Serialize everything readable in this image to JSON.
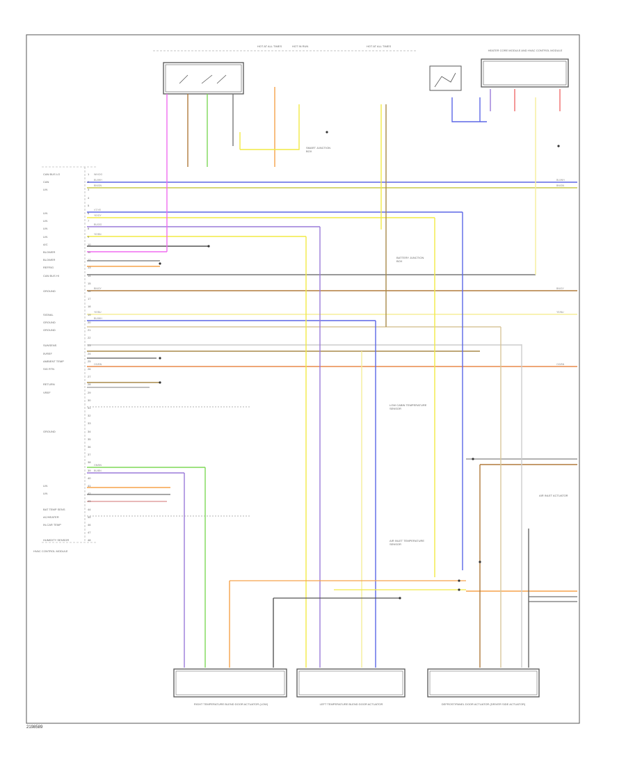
{
  "page": {
    "figure_id": "2198589"
  },
  "diagram": {
    "title": "Automatic Climate Control Wiring Diagram (1 of 2)",
    "top_labels": {
      "hot_at_all_times_1": "HOT AT ALL TIMES",
      "hot_in_run": "HOT IN RUN",
      "hot_at_all_times_2": "HOT AT ALL TIMES",
      "battery_junction_box": "BATTERY JUNCTION BOX",
      "smart_junction_box": "SMART JUNCTION BOX",
      "hvac_control_module": "HEATER CORE MODULE AND HVAC CONTROL MODULE"
    },
    "left_pins": [
      "CAN BUS LO",
      "CAN",
      "LIN",
      "",
      "",
      "LIN",
      "LIN",
      "LIN",
      "LIN",
      "A/C",
      "BLOWER",
      "BLOWER",
      "REFRIG",
      "CAN BUS HI",
      "",
      "GROUND",
      "",
      "",
      "SIGNAL",
      "GROUND",
      "GROUND",
      "",
      "SUNSENS",
      "5VREF",
      "AMBIENT TEMP",
      "SIG RTN",
      "",
      "RETURN",
      "VREF",
      "",
      "",
      "",
      "",
      "GROUND",
      "",
      "",
      "",
      "",
      "",
      "",
      "LIN",
      "LIN",
      "",
      "BAT TEMP SENS",
      "AC/HEATER",
      "IN-CAR TEMP",
      "",
      "HUMIDITY SENSOR"
    ],
    "module_caption": "HVAC CONTROL MODULE",
    "bottom_components": [
      "RIGHT TEMPERATURE BLEND DOOR ACTUATOR (LOW)",
      "LEFT TEMPERATURE BLEND DOOR ACTUATOR",
      "DEFROST/PANEL DOOR ACTUATOR (DRIVER SIDE ACTUATOR)"
    ],
    "right_notes": {
      "note_1": "LOW CABIN TEMPERATURE SENSOR",
      "note_2": "AIR INLET TEMPERATURE SENSOR",
      "note_3": "AIR INLET ACTUATOR"
    },
    "colors": {
      "blue": "#5b67e6",
      "yellow": "#f2ea44",
      "pink": "#f06bf0",
      "orange": "#f5a24a",
      "green": "#7ed957",
      "brown": "#b07a3b",
      "purple": "#9a7ad8",
      "gray": "#9a9a9a",
      "lightyellow": "#f5ee9a",
      "black": "#555555"
    }
  }
}
